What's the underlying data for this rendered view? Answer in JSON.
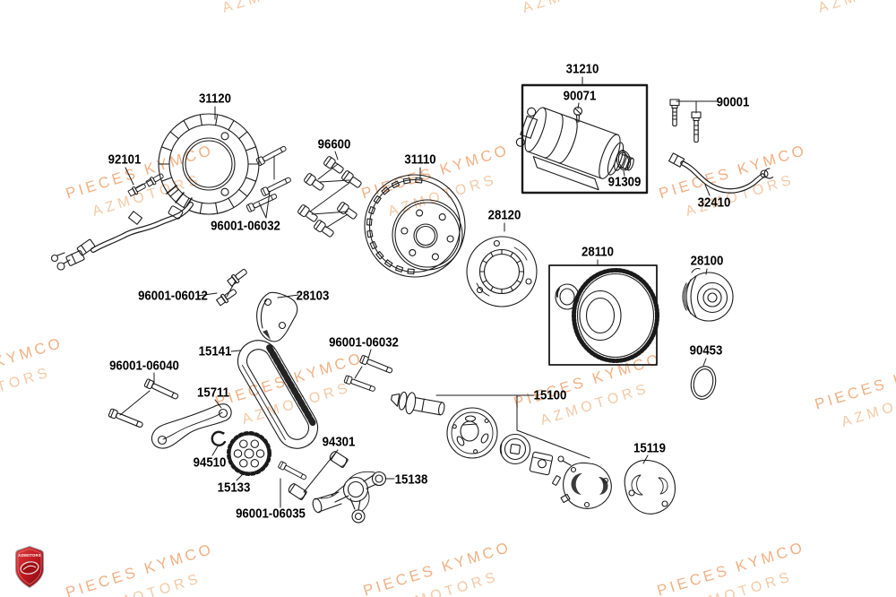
{
  "watermark": {
    "line1": "PIECES KYMCO",
    "line2": "AZMOTORS"
  },
  "logo": {
    "brand": "AZMOTORS"
  },
  "parts": [
    {
      "number": "31120"
    },
    {
      "number": "92101"
    },
    {
      "number": "96600"
    },
    {
      "number": "96001-06032"
    },
    {
      "number": "31110"
    },
    {
      "number": "31210"
    },
    {
      "number": "90071"
    },
    {
      "number": "91309"
    },
    {
      "number": "90001"
    },
    {
      "number": "32410"
    },
    {
      "number": "28120"
    },
    {
      "number": "28110"
    },
    {
      "number": "28100"
    },
    {
      "number": "90453"
    },
    {
      "number": "96001-06012"
    },
    {
      "number": "28103"
    },
    {
      "number": "15141"
    },
    {
      "number": "96001-06040"
    },
    {
      "number": "15711"
    },
    {
      "number": "94510"
    },
    {
      "number": "15133"
    },
    {
      "number": "96001-06035"
    },
    {
      "number": "94301"
    },
    {
      "number": "15138"
    },
    {
      "number": "15100"
    },
    {
      "number": "15119"
    }
  ]
}
